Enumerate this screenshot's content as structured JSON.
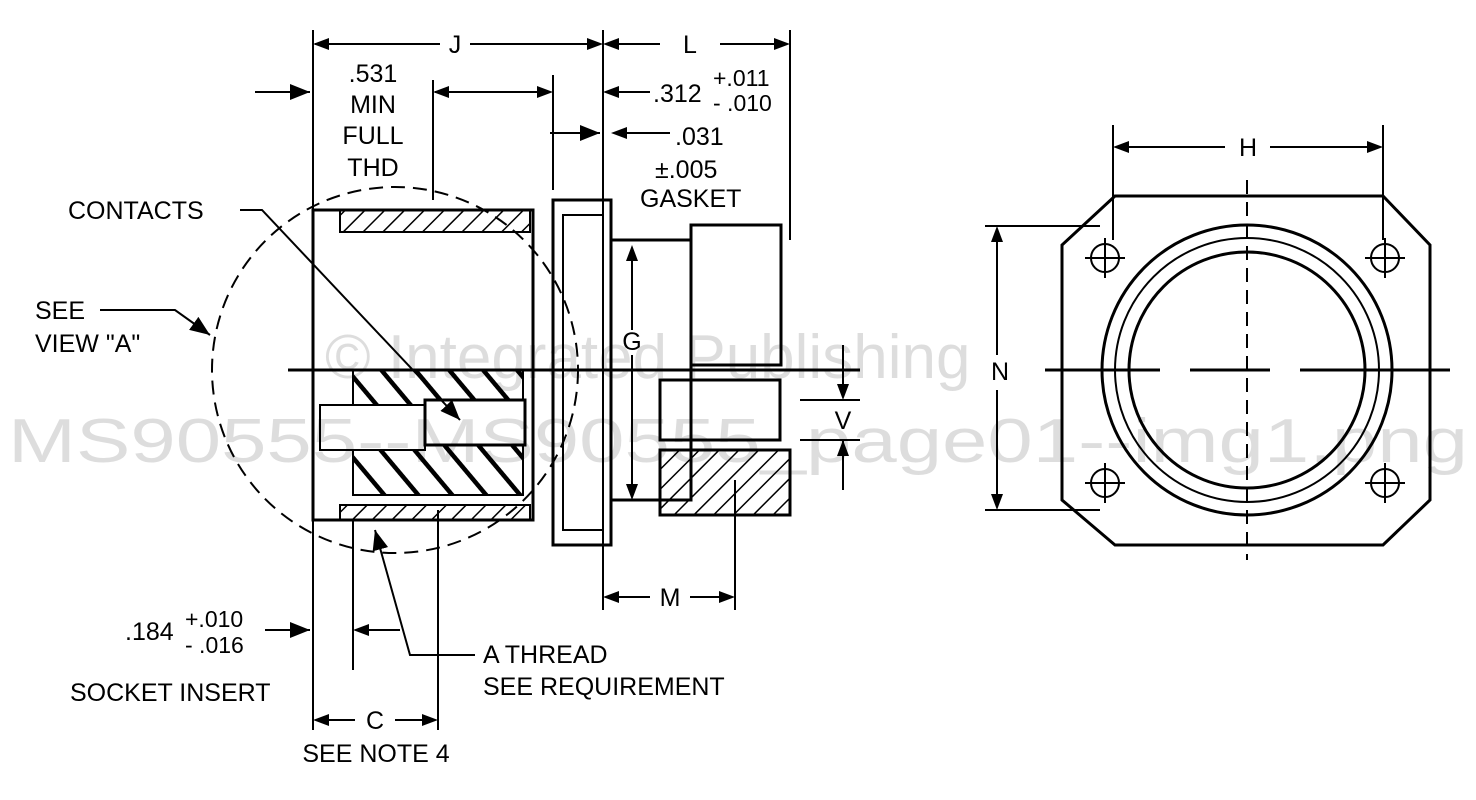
{
  "labels": {
    "J": "J",
    "L": "L",
    "H": "H",
    "G": "G",
    "N": "N",
    "V": "V",
    "M": "M",
    "C": "C",
    "min_thread_1": ".531",
    "min_thread_2": "MIN",
    "min_thread_3": "FULL",
    "min_thread_4": "THD",
    "dim_312": ".312",
    "dim_312_plus": "+.011",
    "dim_312_minus": "- .010",
    "dim_031": ".031",
    "dim_031_tol": "±.005",
    "gasket": "GASKET",
    "contacts": "CONTACTS",
    "see_1": "SEE",
    "see_2": "VIEW \"A\"",
    "dim_184": ".184",
    "dim_184_plus": "+.010",
    "dim_184_minus": "- .016",
    "socket_insert": "SOCKET INSERT",
    "a_thread_1": "A THREAD",
    "a_thread_2": "SEE REQUIREMENT",
    "see_note": "SEE NOTE 4"
  },
  "watermark": {
    "line1": "© Integrated Publishing",
    "line2": "MS90555--MS90555_page01--img1.png"
  }
}
